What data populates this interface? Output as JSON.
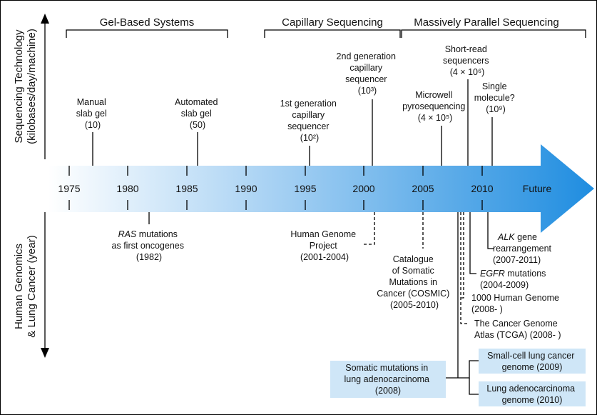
{
  "axis_labels": {
    "top": [
      "Sequencing Technology",
      "(kilobases/day/machine)"
    ],
    "bottom": [
      "Human Genomics",
      "& Lung Cancer (year)"
    ]
  },
  "eras": [
    {
      "label": "Gel-Based Systems"
    },
    {
      "label": "Capillary Sequencing"
    },
    {
      "label": "Massively Parallel Sequencing"
    }
  ],
  "years": [
    "1975",
    "1980",
    "1985",
    "1990",
    "1995",
    "2000",
    "2005",
    "2010",
    "Future"
  ],
  "technologies": [
    {
      "lines": [
        "Manual",
        "slab gel",
        "(10)"
      ]
    },
    {
      "lines": [
        "Automated",
        "slab gel",
        "(50)"
      ]
    },
    {
      "lines": [
        "1st generation",
        "capillary",
        "sequencer",
        "(10²)"
      ]
    },
    {
      "lines": [
        "2nd generation",
        "capillary",
        "sequencer",
        "(10³)"
      ]
    },
    {
      "lines": [
        "Microwell",
        "pyrosequencing",
        "(4 × 10⁵)"
      ]
    },
    {
      "lines": [
        "Short-read",
        "sequencers",
        "(4 × 10⁶)"
      ]
    },
    {
      "lines": [
        "Single",
        "molecule?",
        "(10⁹)"
      ]
    }
  ],
  "events": [
    {
      "lines": [
        "RAS mutations",
        "as first oncogenes",
        "(1982)"
      ],
      "italic_word": "RAS"
    },
    {
      "lines": [
        "Human Genome",
        "Project",
        "(2001-2004)"
      ]
    },
    {
      "lines": [
        "Catalogue",
        "of Somatic",
        "Mutations in",
        "Cancer (COSMIC)",
        "(2005-2010)"
      ]
    },
    {
      "lines": [
        "ALK gene",
        "rearrangement",
        "(2007-2011)"
      ],
      "italic_word": "ALK"
    },
    {
      "lines": [
        "EGFR mutations",
        "(2004-2009)"
      ],
      "italic_word": "EGFR"
    },
    {
      "lines": [
        "1000 Human Genome",
        "(2008- )"
      ]
    },
    {
      "lines": [
        "The Cancer Genome",
        "Atlas (TCGA) (2008- )"
      ]
    }
  ],
  "genome_boxes": [
    {
      "lines": [
        "Somatic mutations in",
        "lung adenocarcinoma",
        "(2008)"
      ]
    },
    {
      "lines": [
        "Small-cell lung cancer",
        "genome (2009)"
      ]
    },
    {
      "lines": [
        "Lung adenocarcinoma",
        "genome (2010)"
      ]
    }
  ],
  "colors": {
    "arrow_start": "#ffffff",
    "arrow_mid": "#9fcdf2",
    "arrow_end": "#1f8de0",
    "box_fill": "#cfe6f7"
  }
}
